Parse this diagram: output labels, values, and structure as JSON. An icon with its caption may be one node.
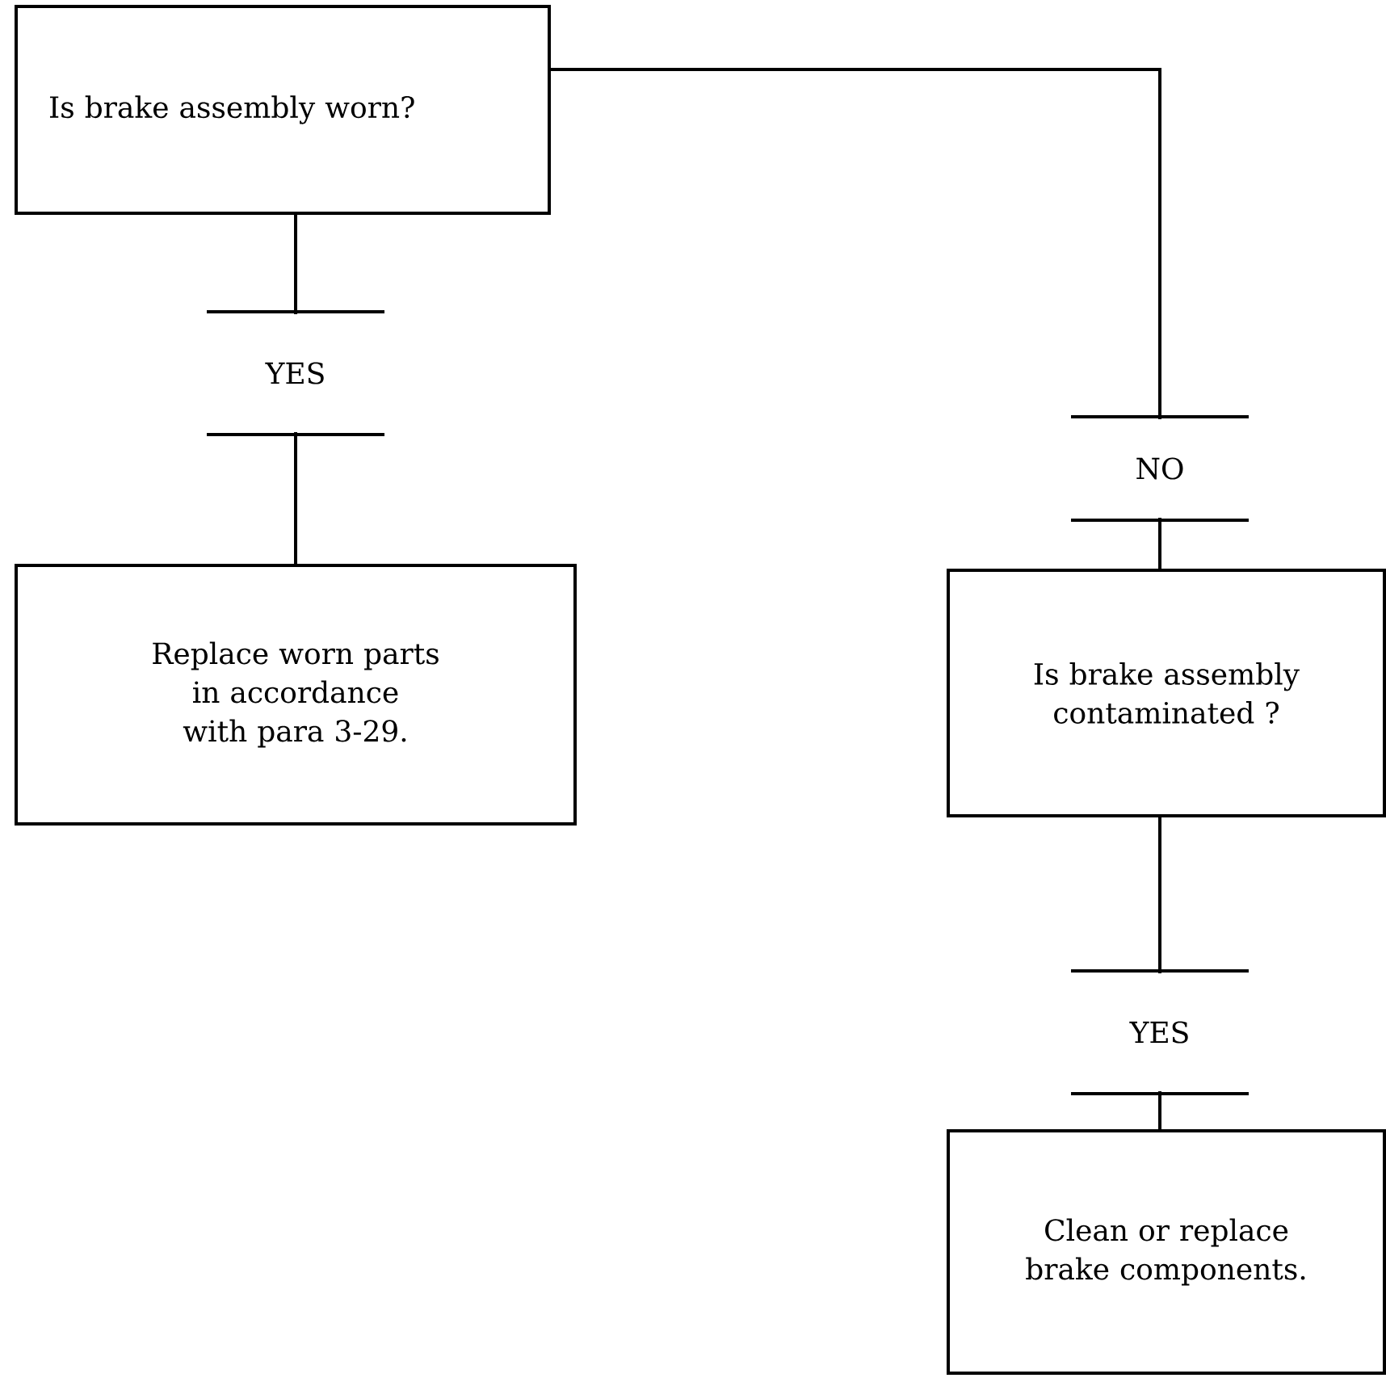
{
  "diagram": {
    "nodes": [
      {
        "text": [
          "Is brake assembly worn?"
        ]
      },
      {
        "text": [
          "Replace worn parts in accordance with para 3-29."
        ]
      },
      {
        "text": [
          "Is brake assembly contaminated ?"
        ]
      },
      {
        "text": [
          "Clean or replace brake components."
        ]
      }
    ],
    "edges": [
      {
        "from": 0,
        "to": 1,
        "arrow": "none",
        "label": "YES"
      },
      {
        "from": 0,
        "to": 2,
        "arrow": "none",
        "label": "NO"
      },
      {
        "from": 2,
        "to": 3,
        "arrow": "none",
        "label": "YES"
      }
    ]
  }
}
